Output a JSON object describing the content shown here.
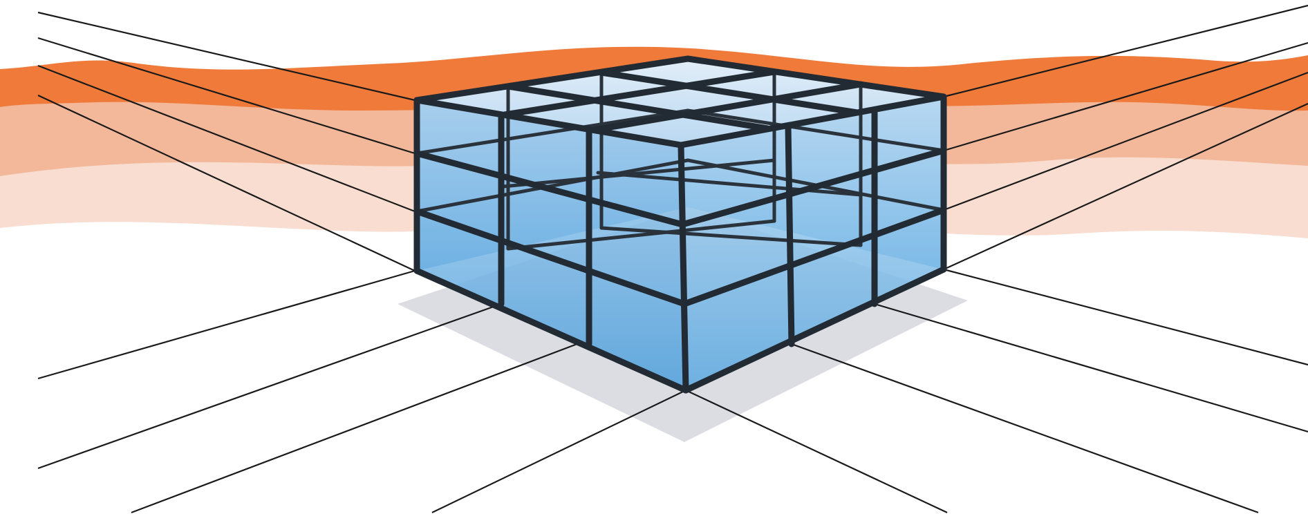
{
  "colors": {
    "background": "#ffffff",
    "band_strong": "#ef7a3a",
    "band_medium": "#f3b79a",
    "band_light": "#f9ddd0",
    "glass_light": "#cfe4f6",
    "glass_mid": "#8ec1e8",
    "glass_dark": "#3f96d8",
    "frame": "#222a33",
    "shadow": "#dcdde3",
    "guide_lines": "#1a1a1a"
  },
  "scene": {
    "object": "glass-cube",
    "grid": "3x3x3",
    "perspective": "two-point"
  }
}
